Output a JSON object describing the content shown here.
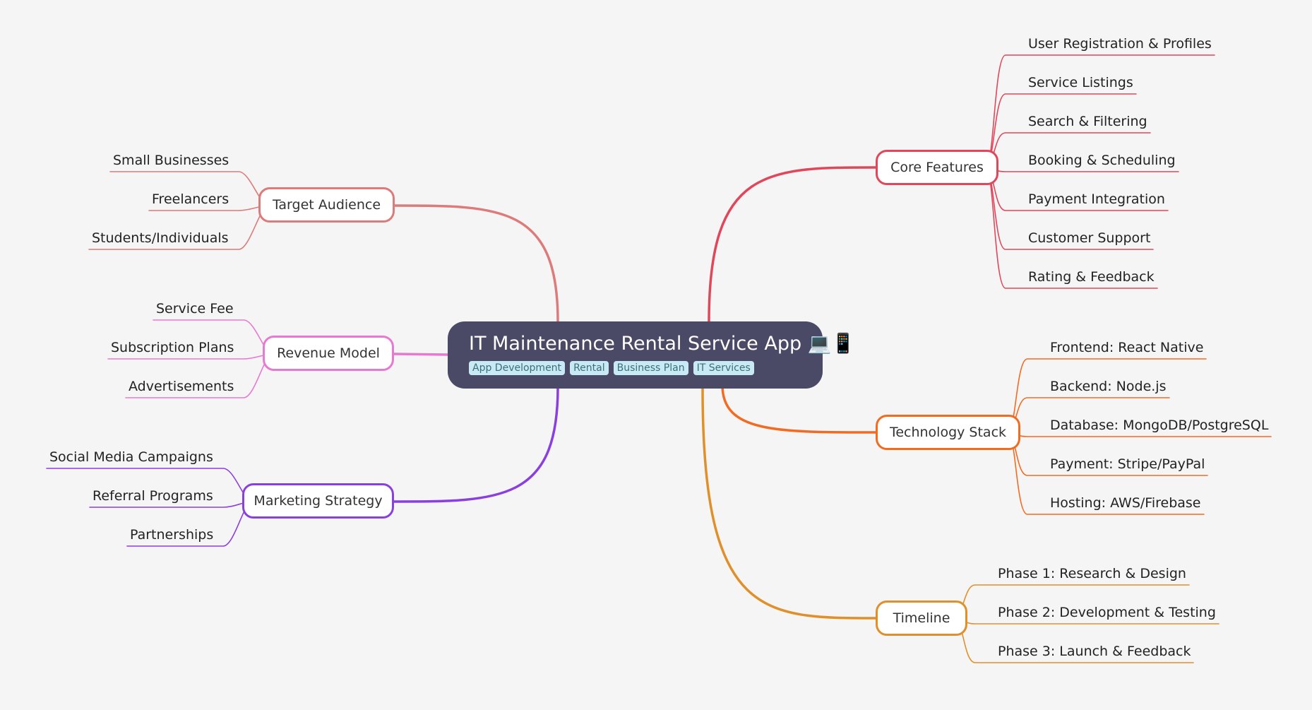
{
  "root": {
    "title": "IT Maintenance Rental Service App 💻📱",
    "tags": [
      "App Development",
      "Rental",
      "Business Plan",
      "IT Services"
    ]
  },
  "branches": {
    "core_features": {
      "label": "Core Features",
      "color": "#e0475b",
      "children": [
        "User Registration & Profiles",
        "Service Listings",
        "Search & Filtering",
        "Booking & Scheduling",
        "Payment Integration",
        "Customer Support",
        "Rating & Feedback"
      ]
    },
    "technology_stack": {
      "label": "Technology Stack",
      "color": "#f26b21",
      "children": [
        "Frontend: React Native",
        "Backend: Node.js",
        "Database: MongoDB/PostgreSQL",
        "Payment: Stripe/PayPal",
        "Hosting: AWS/Firebase"
      ]
    },
    "timeline": {
      "label": "Timeline",
      "color": "#e0902a",
      "children": [
        "Phase 1: Research & Design",
        "Phase 2: Development & Testing",
        "Phase 3: Launch & Feedback"
      ]
    },
    "target_audience": {
      "label": "Target Audience",
      "color": "#dd7a7a",
      "children": [
        "Small Businesses",
        "Freelancers",
        "Students/Individuals"
      ]
    },
    "revenue_model": {
      "label": "Revenue Model",
      "color": "#e879d2",
      "children": [
        "Service Fee",
        "Subscription Plans",
        "Advertisements"
      ]
    },
    "marketing_strategy": {
      "label": "Marketing Strategy",
      "color": "#8a3fe0",
      "children": [
        "Social Media Campaigns",
        "Referral Programs",
        "Partnerships"
      ]
    }
  }
}
